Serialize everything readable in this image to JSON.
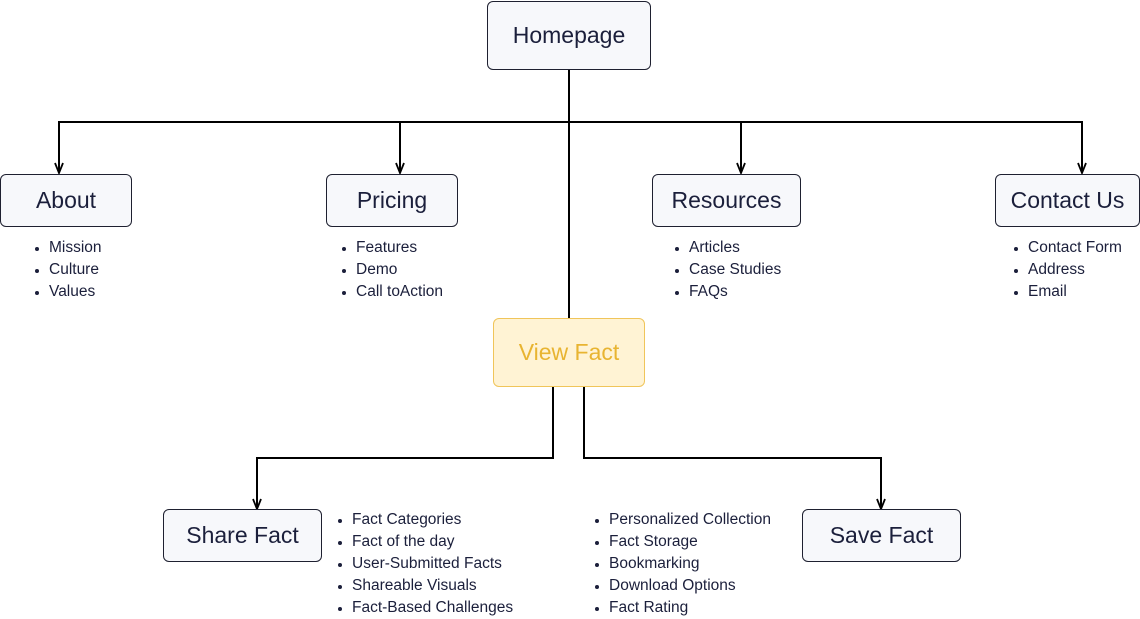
{
  "root": {
    "label": "Homepage"
  },
  "level1": [
    {
      "label": "About",
      "items": [
        "Mission",
        "Culture",
        "Values"
      ]
    },
    {
      "label": "Pricing",
      "items": [
        "Features",
        "Demo",
        "Call toAction"
      ]
    },
    {
      "label": "Resources",
      "items": [
        "Articles",
        "Case Studies",
        "FAQs"
      ]
    },
    {
      "label": "Contact Us",
      "items": [
        "Contact Form",
        "Address",
        "Email"
      ]
    }
  ],
  "view_fact": {
    "label": "View Fact",
    "highlight_color": "#fff3d4",
    "highlight_text_color": "#e8b431"
  },
  "level2": [
    {
      "label": "Share Fact",
      "items": [
        "Fact Categories",
        "Fact of the day",
        "User-Submitted Facts",
        "Shareable Visuals",
        "Fact-Based Challenges"
      ]
    },
    {
      "label": "Save Fact",
      "items": [
        "Personalized Collection",
        "Fact Storage",
        "Bookmarking",
        "Download Options",
        "Fact Rating"
      ]
    }
  ],
  "colors": {
    "node_fill": "#f7f8fb",
    "node_border": "#1e2030",
    "line": "#000000",
    "text": "#1b1f3b"
  }
}
